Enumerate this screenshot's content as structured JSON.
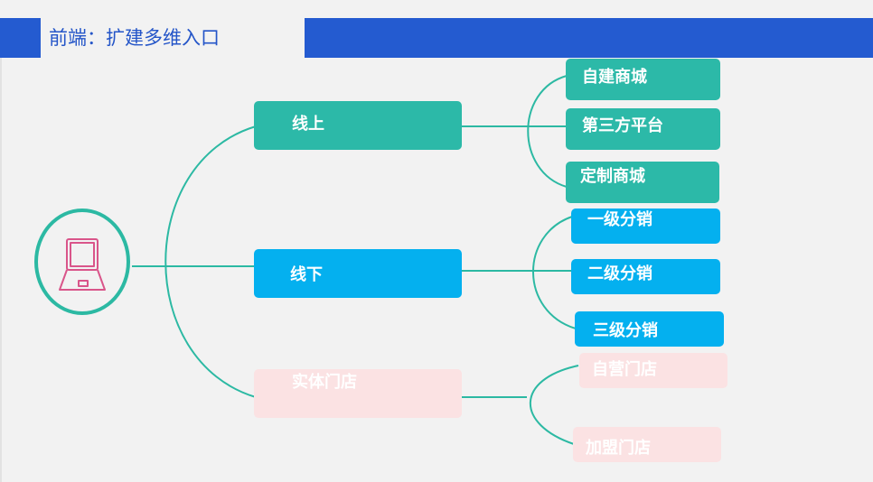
{
  "header": {
    "title": "前端：扩建多维入口"
  },
  "colors": {
    "header_bar": "#245bd0",
    "title_text": "#2455c8",
    "online_branch": "#2cb9a8",
    "offline_branch": "#04b0ef",
    "store_branch": "#fbe2e3",
    "connector": "#2cb9a3",
    "computer_icon": "#d9558a"
  },
  "root": {
    "icon": "laptop-icon"
  },
  "branches": [
    {
      "label": "线上",
      "children": [
        "自建商城",
        "第三方平台",
        "定制商城"
      ]
    },
    {
      "label": "线下",
      "children": [
        "一级分销",
        "二级分销",
        "三级分销"
      ]
    },
    {
      "label": "实体门店",
      "children": [
        "自营门店",
        "加盟门店"
      ]
    }
  ]
}
